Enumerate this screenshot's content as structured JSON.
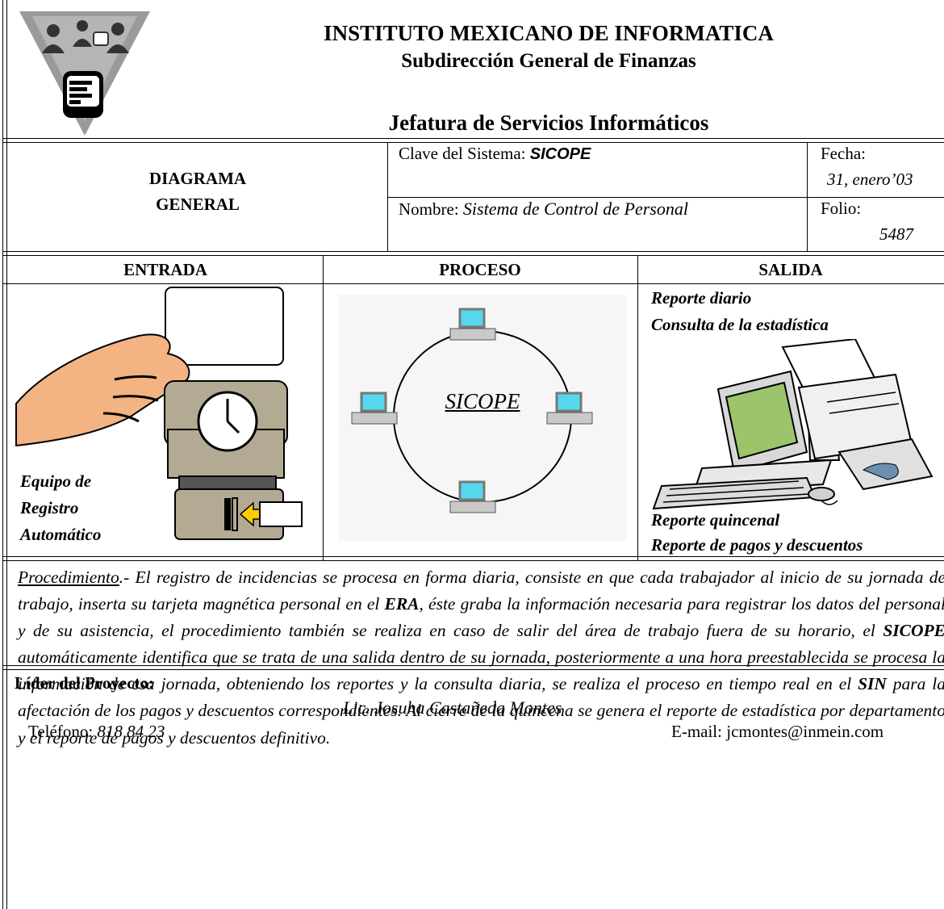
{
  "header": {
    "institute": "INSTITUTO MEXICANO DE INFORMATICA",
    "subdirection": "Subdirección General de Finanzas",
    "department": "Jefatura de Servicios Informáticos"
  },
  "info": {
    "doc_type_line1": "DIAGRAMA",
    "doc_type_line2": "GENERAL",
    "clave_label": "Clave del Sistema:",
    "clave_value": "SICOPE",
    "nombre_label": "Nombre:",
    "nombre_value": "Sistema de Control de Personal",
    "fecha_label": "Fecha:",
    "fecha_value": "31, enero’03",
    "folio_label": "Folio:",
    "folio_value": "5487"
  },
  "columns": {
    "entrada": "ENTRADA",
    "proceso": "PROCESO",
    "salida": "SALIDA"
  },
  "entrada": {
    "caption_line1": "Equipo de",
    "caption_line2": "Registro",
    "caption_line3": "Automático"
  },
  "proceso": {
    "center_label": "SICOPE"
  },
  "salida": {
    "top_line1": "Reporte diario",
    "top_line2": "Consulta de la estadística",
    "bottom_line1": "Reporte quincenal",
    "bottom_line2": "Reporte de pagos y descuentos"
  },
  "procedure": {
    "label": "Procedimiento",
    "text_1": ".- El registro de incidencias se procesa en forma diaria, consiste en que cada trabajador al inicio de su jornada de trabajo, inserta su tarjeta magnética personal en el ",
    "era": "ERA",
    "text_2": ", éste graba la información necesaria para registrar los datos del personal y de su asistencia, el procedimiento también se realiza en caso de salir del área de trabajo fuera de su horario, el ",
    "sicope": "SICOPE",
    "text_3": " automáticamente identifica que se trata de una salida dentro de su jornada, posteriormente a una hora preestablecida se procesa la información de esa jornada, obteniendo los reportes y la consulta diaria, se realiza el proceso en tiempo real en el ",
    "sin": "SIN",
    "text_4": " para la afectación de los pagos y descuentos correspondientes. Al cierre de la quincena se genera el reporte de estadística por departamento y el reporte de pagos y descuentos definitivo."
  },
  "leader": {
    "label": "Líder del Proyecto:",
    "name": "Lic. Josuha Castañeda Montes",
    "phone_label": "Teléfono:",
    "phone_value": "818 84 23",
    "email_label": "E-mail:",
    "email_value": "jcmontes@inmein.com"
  },
  "icons": {
    "logo": "people-computer-logo",
    "card_reader": "time-clock-card-reader",
    "network": "ring-network-computers",
    "workstation": "computer-with-printer"
  }
}
